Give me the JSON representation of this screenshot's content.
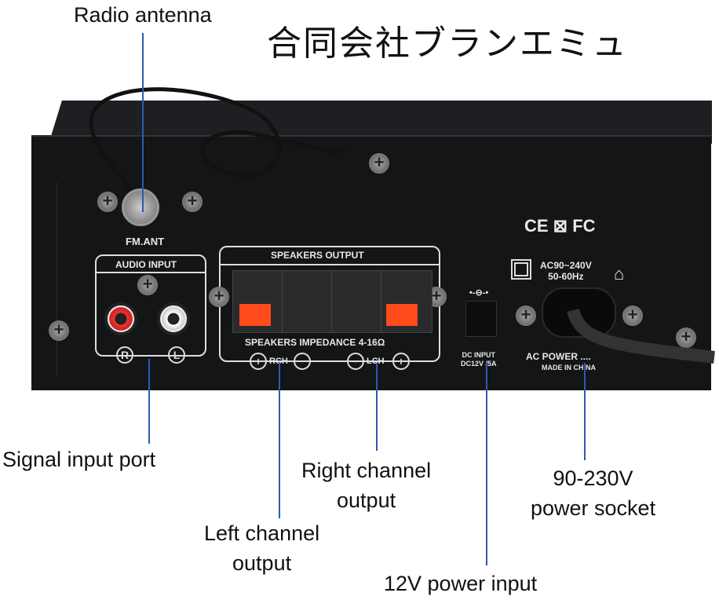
{
  "labels": {
    "radio_antenna": "Radio antenna",
    "signal_input": "Signal input port",
    "right_channel": [
      "Right channel",
      "output"
    ],
    "left_channel": [
      "Left channel",
      "output"
    ],
    "power_input_12v": "12V power input",
    "power_socket": [
      "90-230V",
      "power socket"
    ]
  },
  "watermark": "合同会社ブランエミュ",
  "panel": {
    "fm_ant": "FM.ANT",
    "audio_input": "AUDIO INPUT",
    "r": "R",
    "l": "L",
    "speakers_output": "SPEAKERS OUTPUT",
    "impedance": "SPEAKERS IMPEDANCE 4-16Ω",
    "rch": "RCH",
    "lch": "LCH",
    "plus": "+",
    "minus": "−",
    "certs": "CE ⊠ FC",
    "ac_rating": [
      "AC90~240V",
      "50-60Hz"
    ],
    "dc_input": [
      "DC INPUT",
      "DC12V /5A"
    ],
    "ac_power": "AC POWER ....",
    "made_in": "MADE IN CHINA"
  },
  "colors": {
    "line": "#2b5bb0",
    "red_terminal": "#ff4a1c",
    "panel": "#141516"
  }
}
